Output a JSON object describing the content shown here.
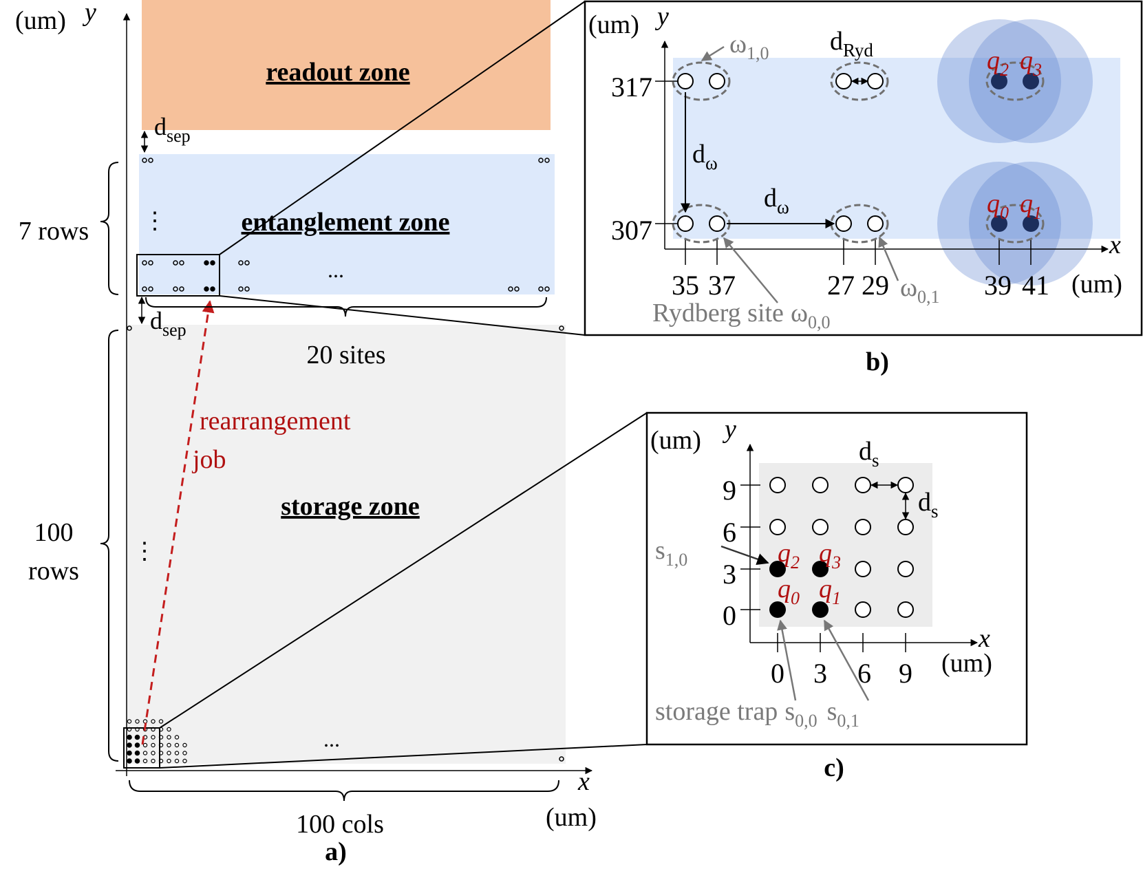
{
  "panel_a": {
    "axis_unit": "(um)",
    "y_label": "y",
    "x_label": "x",
    "readout_zone": "readout zone",
    "entanglement_zone": "entanglement zone",
    "storage_zone": "storage zone",
    "d_sep_1": "d",
    "d_sep_2": "d",
    "sep_sub": "sep",
    "rows_7": "7 rows",
    "rows_100_a": "100",
    "rows_100_b": "rows",
    "sites_20": "20 sites",
    "cols_100": "100 cols",
    "rearr_1": "rearrangement",
    "rearr_2": "job",
    "ellipsis": "...",
    "vdots": "⋮",
    "caption": "a)",
    "colors": {
      "readout": "#f6c19b",
      "entangle": "#dde9fb",
      "storage": "#f1f1f1",
      "rearrangement": "#c41e1e"
    }
  },
  "panel_b": {
    "axis_unit": "(um)",
    "y_label": "y",
    "x_label": "x",
    "y_ticks": [
      "317",
      "307"
    ],
    "x_ticks": [
      "35",
      "37",
      "27",
      "29",
      "39",
      "41"
    ],
    "omega": "ω",
    "omega_10_sub": "1,0",
    "omega_01_sub": "0,1",
    "omega_00_sub": "0,0",
    "d_ryd": "d",
    "ryd_sub": "Ryd",
    "d_omega_1": "d",
    "d_omega_2": "d",
    "omega_sub": "ω",
    "rydberg_site": "Rydberg site",
    "q": "q",
    "q_subs": [
      "0",
      "1",
      "2",
      "3"
    ],
    "caption": "b)",
    "colors": {
      "entangle": "#dde9fb",
      "blob": "#5b7fcc",
      "atom": "#1c2e5c"
    }
  },
  "panel_c": {
    "axis_unit": "(um)",
    "y_label": "y",
    "x_label": "x",
    "y_ticks": [
      "9",
      "6",
      "3",
      "0"
    ],
    "x_ticks": [
      "0",
      "3",
      "6",
      "9"
    ],
    "d_s_1": "d",
    "d_s_2": "d",
    "s_sub": "s",
    "s": "s",
    "s_10_sub": "1,0",
    "s_00_sub": "0,0",
    "s_01_sub": "0,1",
    "storage_trap": "storage trap",
    "q": "q",
    "q_subs": [
      "0",
      "1",
      "2",
      "3"
    ],
    "caption": "c)",
    "colors": {
      "storage": "#ececec"
    }
  }
}
